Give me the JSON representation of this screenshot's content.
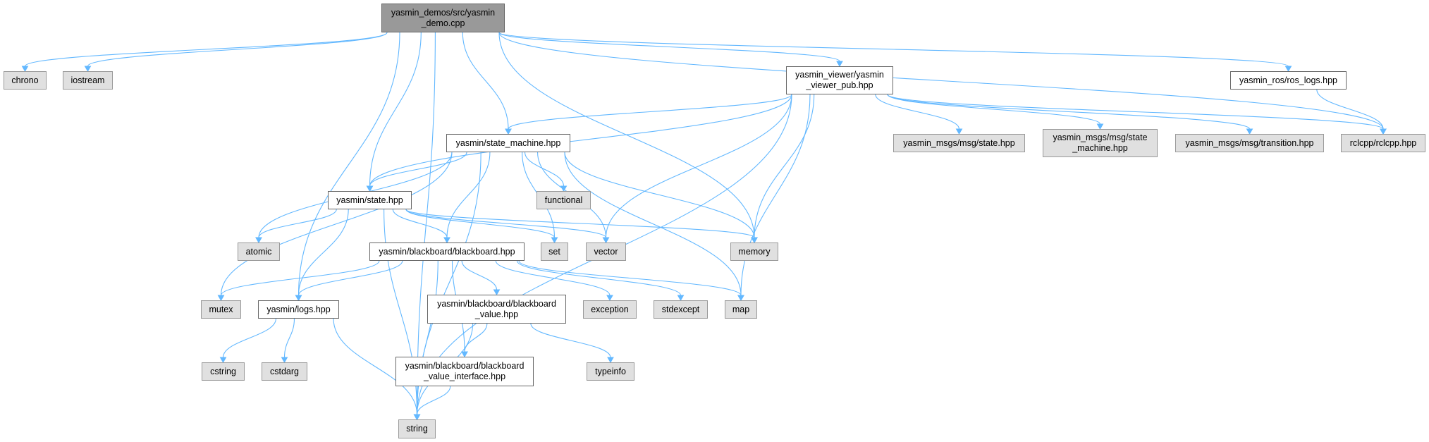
{
  "nodes": [
    {
      "id": "main",
      "kind": "main",
      "lines": [
        "yasmin_demos/src/yasmin",
        "_demo.cpp"
      ]
    },
    {
      "id": "chrono",
      "kind": "external",
      "lines": [
        "chrono"
      ]
    },
    {
      "id": "iostream",
      "kind": "external",
      "lines": [
        "iostream"
      ]
    },
    {
      "id": "viewer_pub",
      "kind": "internal",
      "lines": [
        "yasmin_viewer/yasmin",
        "_viewer_pub.hpp"
      ]
    },
    {
      "id": "ros_logs",
      "kind": "internal",
      "lines": [
        "yasmin_ros/ros_logs.hpp"
      ]
    },
    {
      "id": "state_machine",
      "kind": "internal",
      "lines": [
        "yasmin/state_machine.hpp"
      ]
    },
    {
      "id": "msgs_state",
      "kind": "external",
      "lines": [
        "yasmin_msgs/msg/state.hpp"
      ]
    },
    {
      "id": "msgs_sm",
      "kind": "external",
      "lines": [
        "yasmin_msgs/msg/state",
        "_machine.hpp"
      ]
    },
    {
      "id": "msgs_transition",
      "kind": "external",
      "lines": [
        "yasmin_msgs/msg/transition.hpp"
      ]
    },
    {
      "id": "rclcpp",
      "kind": "external",
      "lines": [
        "rclcpp/rclcpp.hpp"
      ]
    },
    {
      "id": "state",
      "kind": "internal",
      "lines": [
        "yasmin/state.hpp"
      ]
    },
    {
      "id": "functional",
      "kind": "external",
      "lines": [
        "functional"
      ]
    },
    {
      "id": "atomic",
      "kind": "external",
      "lines": [
        "atomic"
      ]
    },
    {
      "id": "blackboard",
      "kind": "internal",
      "lines": [
        "yasmin/blackboard/blackboard.hpp"
      ]
    },
    {
      "id": "set",
      "kind": "external",
      "lines": [
        "set"
      ]
    },
    {
      "id": "vector",
      "kind": "external",
      "lines": [
        "vector"
      ]
    },
    {
      "id": "memory",
      "kind": "external",
      "lines": [
        "memory"
      ]
    },
    {
      "id": "mutex",
      "kind": "external",
      "lines": [
        "mutex"
      ]
    },
    {
      "id": "logs",
      "kind": "internal",
      "lines": [
        "yasmin/logs.hpp"
      ]
    },
    {
      "id": "bb_value",
      "kind": "internal",
      "lines": [
        "yasmin/blackboard/blackboard",
        "_value.hpp"
      ]
    },
    {
      "id": "exception",
      "kind": "external",
      "lines": [
        "exception"
      ]
    },
    {
      "id": "stdexcept",
      "kind": "external",
      "lines": [
        "stdexcept"
      ]
    },
    {
      "id": "map",
      "kind": "external",
      "lines": [
        "map"
      ]
    },
    {
      "id": "cstring",
      "kind": "external",
      "lines": [
        "cstring"
      ]
    },
    {
      "id": "cstdarg",
      "kind": "external",
      "lines": [
        "cstdarg"
      ]
    },
    {
      "id": "bb_value_interface",
      "kind": "internal",
      "lines": [
        "yasmin/blackboard/blackboard",
        "_value_interface.hpp"
      ]
    },
    {
      "id": "typeinfo",
      "kind": "external",
      "lines": [
        "typeinfo"
      ]
    },
    {
      "id": "string",
      "kind": "external",
      "lines": [
        "string"
      ]
    }
  ],
  "edges": [
    [
      "main",
      "chrono"
    ],
    [
      "main",
      "iostream"
    ],
    [
      "main",
      "string"
    ],
    [
      "main",
      "logs"
    ],
    [
      "main",
      "state"
    ],
    [
      "main",
      "state_machine"
    ],
    [
      "main",
      "memory"
    ],
    [
      "main",
      "viewer_pub"
    ],
    [
      "main",
      "rclcpp"
    ],
    [
      "main",
      "ros_logs"
    ],
    [
      "viewer_pub",
      "state"
    ],
    [
      "viewer_pub",
      "state_machine"
    ],
    [
      "viewer_pub",
      "msgs_state"
    ],
    [
      "viewer_pub",
      "msgs_sm"
    ],
    [
      "viewer_pub",
      "msgs_transition"
    ],
    [
      "viewer_pub",
      "rclcpp"
    ],
    [
      "viewer_pub",
      "vector"
    ],
    [
      "viewer_pub",
      "memory"
    ],
    [
      "viewer_pub",
      "map"
    ],
    [
      "viewer_pub",
      "string"
    ],
    [
      "ros_logs",
      "rclcpp"
    ],
    [
      "state_machine",
      "state"
    ],
    [
      "state_machine",
      "atomic"
    ],
    [
      "state_machine",
      "mutex"
    ],
    [
      "state_machine",
      "blackboard"
    ],
    [
      "state_machine",
      "set"
    ],
    [
      "state_machine",
      "vector"
    ],
    [
      "state_machine",
      "functional"
    ],
    [
      "state_machine",
      "memory"
    ],
    [
      "state_machine",
      "map"
    ],
    [
      "state_machine",
      "string"
    ],
    [
      "state",
      "atomic"
    ],
    [
      "state",
      "logs"
    ],
    [
      "state",
      "blackboard"
    ],
    [
      "state",
      "set"
    ],
    [
      "state",
      "vector"
    ],
    [
      "state",
      "memory"
    ],
    [
      "state",
      "string"
    ],
    [
      "blackboard",
      "mutex"
    ],
    [
      "blackboard",
      "logs"
    ],
    [
      "blackboard",
      "string"
    ],
    [
      "blackboard",
      "bb_value_interface"
    ],
    [
      "blackboard",
      "bb_value"
    ],
    [
      "blackboard",
      "exception"
    ],
    [
      "blackboard",
      "stdexcept"
    ],
    [
      "blackboard",
      "map"
    ],
    [
      "bb_value",
      "bb_value_interface"
    ],
    [
      "bb_value",
      "typeinfo"
    ],
    [
      "bb_value",
      "string"
    ],
    [
      "bb_value_interface",
      "string"
    ],
    [
      "logs",
      "cstring"
    ],
    [
      "logs",
      "cstdarg"
    ],
    [
      "logs",
      "string"
    ]
  ],
  "colors": {
    "edge": "#63b8ff",
    "external_fill": "#e0e0e0",
    "main_fill": "#999999"
  }
}
